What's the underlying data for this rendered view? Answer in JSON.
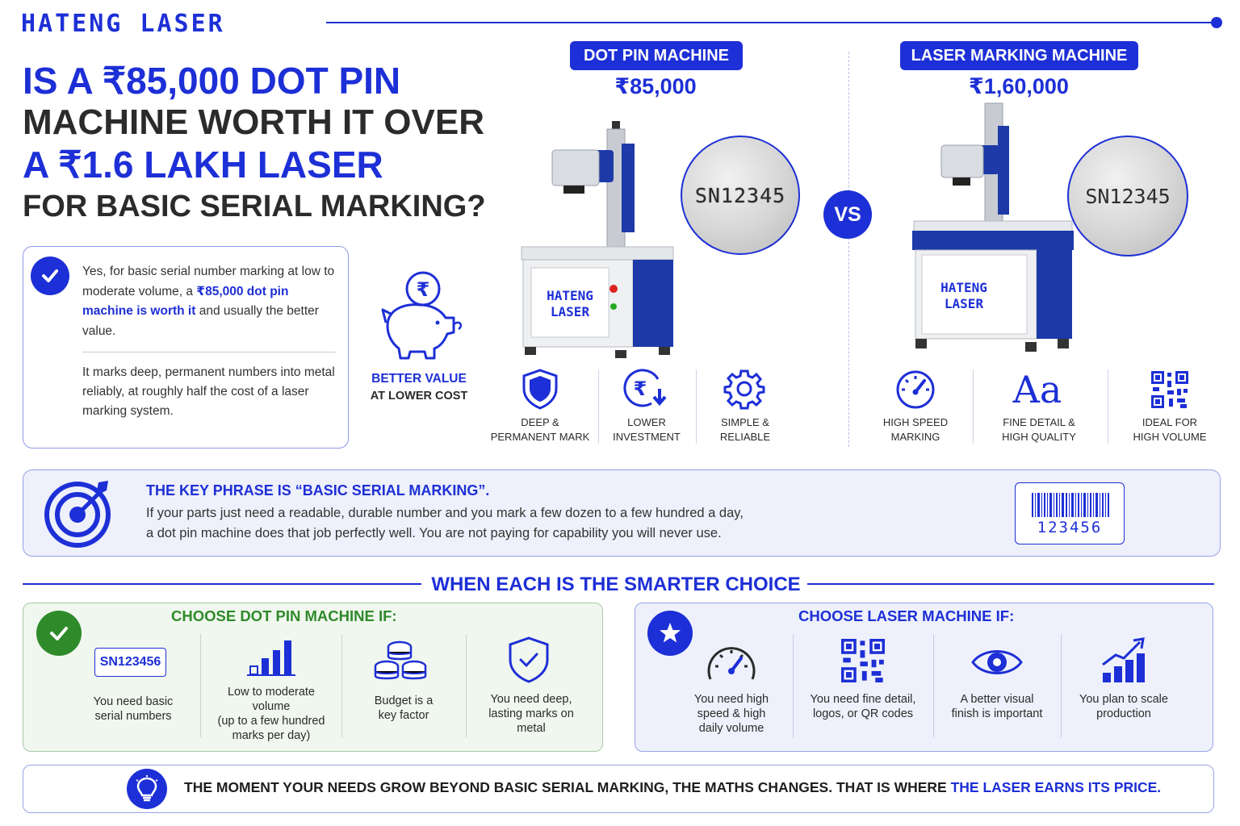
{
  "brand": "HATENG LASER",
  "headline": {
    "line1": "IS A ₹85,000 DOT PIN",
    "line2": "MACHINE WORTH IT OVER",
    "line3": "A ₹1.6 LAKH LASER",
    "line4": "FOR BASIC SERIAL MARKING?"
  },
  "answer": {
    "p1_start": "Yes, for basic serial number marking at low to moderate volume, a ",
    "p1_highlight": "₹85,000 dot pin machine is worth it",
    "p1_end": " and usually the better value.",
    "p2": "It marks deep, permanent numbers into metal reliably, at roughly half the cost of a laser marking system."
  },
  "better_value": {
    "line1": "BETTER VALUE",
    "line2": "AT LOWER COST",
    "icon": "piggy-bank-rupee-icon"
  },
  "dot_pin": {
    "label": "DOT PIN MACHINE",
    "price": "₹85,000",
    "sample": "SN12345",
    "machine_brand_1": "HATENG",
    "machine_brand_2": "LASER",
    "features": [
      {
        "line1": "DEEP &",
        "line2": "PERMANENT MARK",
        "icon": "shield-icon"
      },
      {
        "line1": "LOWER",
        "line2": "INVESTMENT",
        "icon": "rupee-down-icon"
      },
      {
        "line1": "SIMPLE &",
        "line2": "RELIABLE",
        "icon": "gear-icon"
      }
    ]
  },
  "vs": "VS",
  "laser": {
    "label": "LASER MARKING MACHINE",
    "price": "₹1,60,000",
    "sample": "SN12345",
    "machine_brand_1": "HATENG",
    "machine_brand_2": "LASER",
    "features": [
      {
        "line1": "HIGH SPEED",
        "line2": "MARKING",
        "icon": "speedometer-icon"
      },
      {
        "line1": "FINE DETAIL &",
        "line2": "HIGH QUALITY",
        "icon": "typography-icon",
        "glyph": "Aa"
      },
      {
        "line1": "IDEAL FOR",
        "line2": "HIGH VOLUME",
        "icon": "qr-code-icon"
      }
    ]
  },
  "key_phrase": {
    "title": "THE KEY PHRASE IS “BASIC SERIAL MARKING”.",
    "line1": "If your parts just need a readable, durable number and you mark a few dozen to a few hundred a day,",
    "line2": "a dot pin machine does that job perfectly well. You are not paying for capability you will never use.",
    "barcode_number": "123456",
    "icon": "target-icon"
  },
  "when": {
    "title": "WHEN EACH IS THE SMARTER CHOICE",
    "dot_pin": {
      "title": "CHOOSE DOT PIN MACHINE IF:",
      "sn_label": "SN123456",
      "items": [
        {
          "lines": [
            "You need basic",
            "serial numbers"
          ]
        },
        {
          "lines": [
            "Low to moderate",
            "volume",
            "(up to a few hundred",
            "marks per day)"
          ]
        },
        {
          "lines": [
            "Budget is a",
            "key factor"
          ]
        },
        {
          "lines": [
            "You need deep,",
            "lasting marks on",
            "metal"
          ]
        }
      ]
    },
    "laser": {
      "title": "CHOOSE LASER MACHINE IF:",
      "items": [
        {
          "lines": [
            "You need high",
            "speed & high",
            "daily volume"
          ]
        },
        {
          "lines": [
            "You need fine detail,",
            "logos, or QR codes"
          ]
        },
        {
          "lines": [
            "A better visual",
            "finish is important"
          ]
        },
        {
          "lines": [
            "You plan to scale",
            "production"
          ]
        }
      ]
    }
  },
  "bottom": {
    "text": "THE MOMENT YOUR NEEDS GROW BEYOND BASIC SERIAL MARKING, THE MATHS CHANGES. THAT IS WHERE ",
    "highlight": "THE LASER EARNS ITS PRICE."
  },
  "colors": {
    "brand_blue": "#1d2fd6",
    "green": "#2f8a2a",
    "dark_text": "#2b2b2b"
  }
}
